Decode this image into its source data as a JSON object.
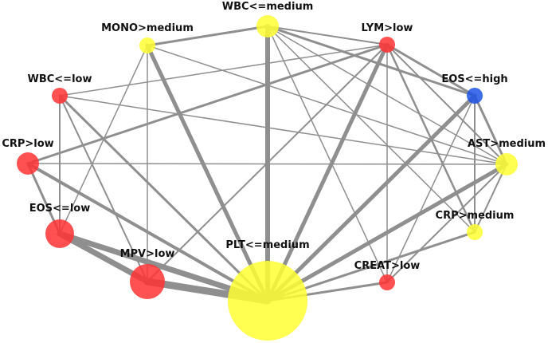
{
  "graph": {
    "colors": {
      "edge": "#8f8f8f",
      "red": "#ff3333",
      "yellow": "#ffff33",
      "blue": "#1f55e6"
    },
    "nodes": [
      {
        "id": "wbc_medium",
        "label": "WBC<=medium",
        "color": "yellow"
      },
      {
        "id": "mono_medium",
        "label": "MONO>medium",
        "color": "yellow"
      },
      {
        "id": "lym_low",
        "label": "LYM>low",
        "color": "red"
      },
      {
        "id": "wbc_low",
        "label": "WBC<=low",
        "color": "red"
      },
      {
        "id": "eos_high",
        "label": "EOS<=high",
        "color": "blue"
      },
      {
        "id": "crp_low",
        "label": "CRP>low",
        "color": "red"
      },
      {
        "id": "ast_medium",
        "label": "AST>medium",
        "color": "yellow"
      },
      {
        "id": "eos_low",
        "label": "EOS<=low",
        "color": "red"
      },
      {
        "id": "crp_medium",
        "label": "CRP>medium",
        "color": "yellow"
      },
      {
        "id": "mpv_low",
        "label": "MPV>low",
        "color": "red"
      },
      {
        "id": "plt_medium",
        "label": "PLT<=medium",
        "color": "yellow"
      },
      {
        "id": "creat_low",
        "label": "CREAT>low",
        "color": "red"
      }
    ],
    "edges": [
      {
        "source": "plt_medium",
        "target": "wbc_medium"
      },
      {
        "source": "plt_medium",
        "target": "mono_medium"
      },
      {
        "source": "plt_medium",
        "target": "lym_low"
      },
      {
        "source": "plt_medium",
        "target": "eos_high"
      },
      {
        "source": "plt_medium",
        "target": "ast_medium"
      },
      {
        "source": "plt_medium",
        "target": "crp_medium"
      },
      {
        "source": "plt_medium",
        "target": "creat_low"
      },
      {
        "source": "plt_medium",
        "target": "mpv_low"
      },
      {
        "source": "plt_medium",
        "target": "eos_low"
      },
      {
        "source": "plt_medium",
        "target": "crp_low"
      },
      {
        "source": "plt_medium",
        "target": "wbc_low"
      },
      {
        "source": "mpv_low",
        "target": "eos_low"
      },
      {
        "source": "mpv_low",
        "target": "wbc_low"
      },
      {
        "source": "mpv_low",
        "target": "lym_low"
      },
      {
        "source": "mpv_low",
        "target": "mono_medium"
      },
      {
        "source": "eos_low",
        "target": "wbc_low"
      },
      {
        "source": "eos_low",
        "target": "crp_low"
      },
      {
        "source": "eos_low",
        "target": "mono_medium"
      },
      {
        "source": "crp_low",
        "target": "ast_medium"
      },
      {
        "source": "crp_low",
        "target": "lym_low"
      },
      {
        "source": "wbc_low",
        "target": "lym_low"
      },
      {
        "source": "wbc_low",
        "target": "ast_medium"
      },
      {
        "source": "wbc_medium",
        "target": "mono_medium"
      },
      {
        "source": "wbc_medium",
        "target": "lym_low"
      },
      {
        "source": "wbc_medium",
        "target": "eos_high"
      },
      {
        "source": "wbc_medium",
        "target": "ast_medium"
      },
      {
        "source": "wbc_medium",
        "target": "crp_medium"
      },
      {
        "source": "wbc_medium",
        "target": "creat_low"
      },
      {
        "source": "mono_medium",
        "target": "ast_medium"
      },
      {
        "source": "lym_low",
        "target": "eos_high"
      },
      {
        "source": "lym_low",
        "target": "ast_medium"
      },
      {
        "source": "lym_low",
        "target": "crp_medium"
      },
      {
        "source": "lym_low",
        "target": "creat_low"
      },
      {
        "source": "eos_high",
        "target": "ast_medium"
      },
      {
        "source": "eos_high",
        "target": "crp_medium"
      },
      {
        "source": "eos_high",
        "target": "creat_low"
      },
      {
        "source": "ast_medium",
        "target": "crp_medium"
      },
      {
        "source": "ast_medium",
        "target": "creat_low"
      }
    ]
  }
}
